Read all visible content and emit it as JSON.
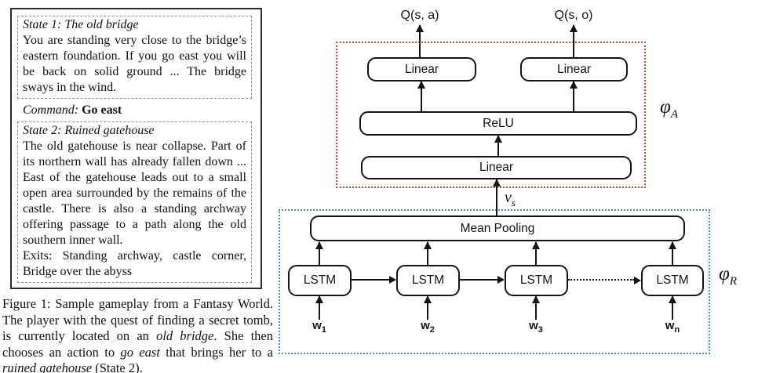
{
  "left_panel": {
    "state1": {
      "title": "State 1: The old bridge",
      "body": "You are standing very close to the bridge’s eastern foundation. If you go east you will be back on solid ground ...  The bridge sways in the wind."
    },
    "command": {
      "label": "Command:",
      "value": "Go east"
    },
    "state2": {
      "title": "State 2: Ruined gatehouse",
      "body": "The old gatehouse is near collapse. Part of its northern wall has already fallen down ... East of the gatehouse leads out to a small open area surrounded by the remains of the castle. There is also a standing archway offering passage to a path along the old southern inner wall.",
      "exits": "Exits:  Standing archway, castle corner, Bridge over the abyss"
    },
    "caption": {
      "part1": "Figure 1: Sample gameplay from a Fantasy World. The player with the quest of finding a secret tomb, is currently located on an ",
      "em1": "old bridge",
      "part2": ".  She then chooses an action to ",
      "em2": "go east",
      "part3": " that brings her to a ",
      "em3": "ruined gatehouse",
      "part4": " (State 2)."
    }
  },
  "diagram": {
    "outputs": {
      "left": "Q(s, a)",
      "right": "Q(s, o)"
    },
    "action_module": {
      "phi_base": "φ",
      "phi_sub": "A",
      "linear_left": "Linear",
      "linear_right": "Linear",
      "relu": "ReLU",
      "linear_bottom": "Linear"
    },
    "state_vector": {
      "base": "v",
      "sub": "s"
    },
    "repr_module": {
      "phi_base": "φ",
      "phi_sub": "R",
      "mean_pooling": "Mean Pooling",
      "lstm": "LSTM",
      "inputs": [
        {
          "base": "w",
          "sub": "1"
        },
        {
          "base": "w",
          "sub": "2"
        },
        {
          "base": "w",
          "sub": "3"
        },
        {
          "base": "w",
          "sub": "n"
        }
      ]
    },
    "colors": {
      "action-border": "#d8402a",
      "repr-border": "#4a89dc"
    }
  }
}
